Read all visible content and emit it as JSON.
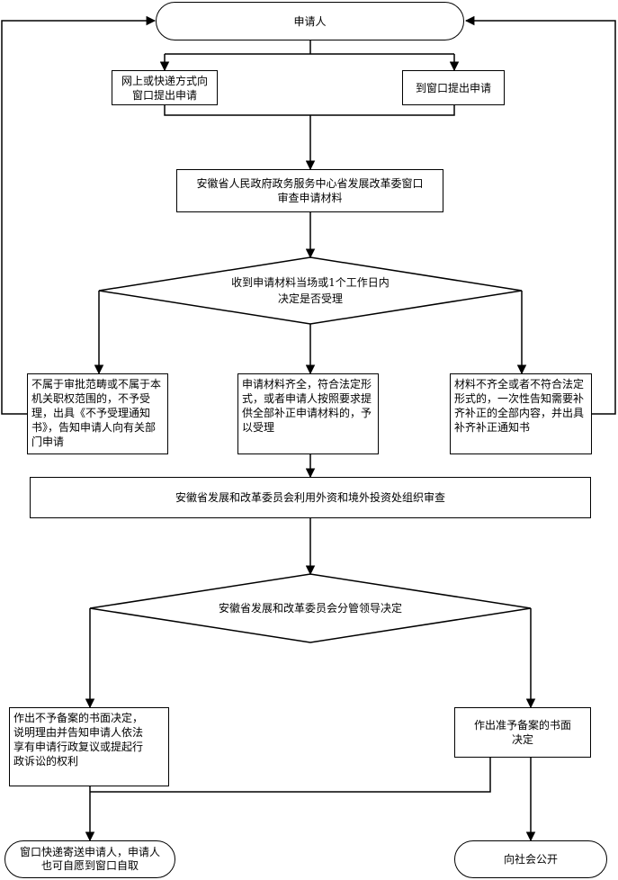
{
  "nodes": {
    "applicant": "申请人",
    "online_submit": "网上或快递方式向\n窗口提出申请",
    "window_submit": "到窗口提出申请",
    "review_center": "安徽省人民政府政务服务中心省发展改革委窗口\n审查申请材料",
    "decision_accept": "收到申请材料当场或1个工作日内\n决定是否受理",
    "reject_scope": "不属于审批范畴或不属于本\n机关职权范围的，不予受\n理，出具《不予受理通知\n书》，告知申请人向有关部\n门申请",
    "accept_complete": "申请材料齐全，符合法定形\n式，或者申请人按照要求提\n供全部补正申请材料的，予\n以受理",
    "supplement_notice": "材料不齐全或者不符合法定\n形式的，一次性告知需要补\n齐补正的全部内容，并出具\n补齐补正通知书",
    "org_review": "安徽省发展和改革委员会利用外资和境外投资处组织审查",
    "decision_leader": "安徽省发展和改革委员会分管领导决定",
    "not_record": "作出不予备案的书面决定，\n说明理由并告知申请人依法\n享有申请行政复议或提起行\n政诉讼的权利",
    "record_approved": "作出准予备案的书面\n决定",
    "delivery": "窗口快递寄送申请人，申请人\n也可自愿到窗口自取",
    "publicize": "向社会公开"
  }
}
